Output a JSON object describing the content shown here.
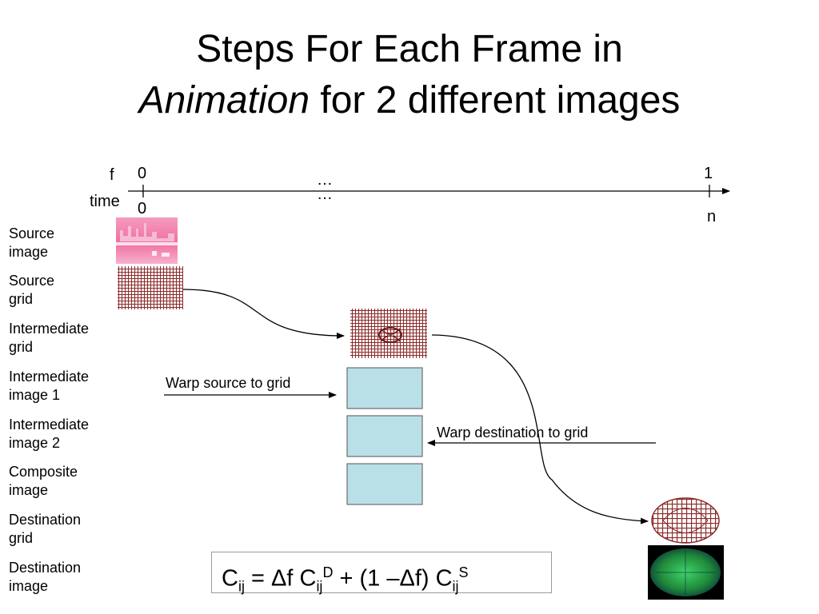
{
  "title": {
    "line1": "Steps For Each Frame in",
    "line2_italic": "Animation",
    "line2_rest": "for 2 different images"
  },
  "timeline": {
    "f_label": "f",
    "time_label": "time",
    "start_f": "0",
    "start_time": "0",
    "end_f": "1",
    "end_time": "n",
    "ellipsis": "…"
  },
  "row_labels": [
    {
      "line1": "Source",
      "line2": "image"
    },
    {
      "line1": "Source",
      "line2": "grid"
    },
    {
      "line1": "Intermediate",
      "line2": "grid"
    },
    {
      "line1": "Intermediate",
      "line2": "image 1"
    },
    {
      "line1": "Intermediate",
      "line2": "image 2"
    },
    {
      "line1": "Composite",
      "line2": "image"
    },
    {
      "line1": "Destination",
      "line2": "grid"
    },
    {
      "line1": "Destination",
      "line2": "image"
    }
  ],
  "notes": {
    "warp_source": "Warp source to grid",
    "warp_destination": "Warp destination to grid"
  },
  "formula": {
    "c": "C",
    "sub1": "ij",
    "eq": " = Δf C",
    "sub2": "ij",
    "sup2": "D",
    "mid": " + (1 –Δf) C",
    "sub3": "ij",
    "sup3": "S"
  },
  "colors": {
    "box_fill": "#b9e0e6",
    "grid_line": "#8b2a2a",
    "source_pink": "#f06fa0",
    "dest_green": "#1f8a3a"
  }
}
